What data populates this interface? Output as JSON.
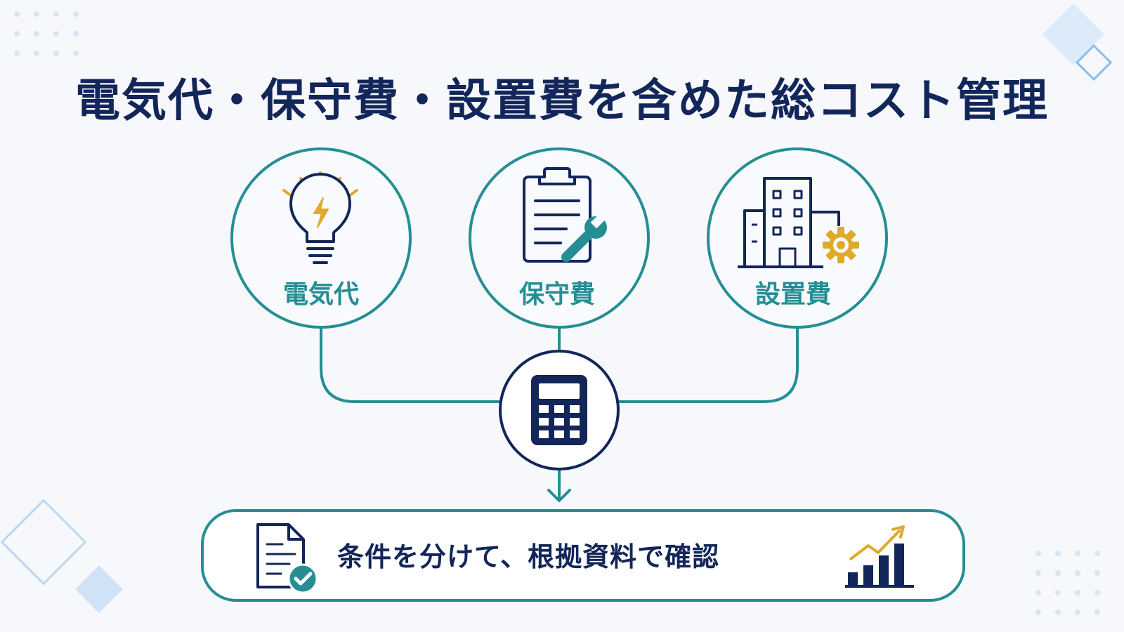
{
  "title": "電気代・保守費・設置費を含めた総コスト管理",
  "items": [
    {
      "label": "電気代",
      "icon": "lightbulb-icon"
    },
    {
      "label": "保守費",
      "icon": "clipboard-wrench-icon"
    },
    {
      "label": "設置費",
      "icon": "building-gear-icon"
    }
  ],
  "center_icon": "calculator-icon",
  "result": {
    "text": "条件を分けて、根拠資料で確認",
    "left_icon": "document-check-icon",
    "right_icon": "bar-chart-growth-icon"
  },
  "colors": {
    "navy": "#13265a",
    "teal": "#258e95",
    "gold": "#e0a92a",
    "light_blue": "#cfe2f6",
    "background": "#f6f8fc"
  }
}
